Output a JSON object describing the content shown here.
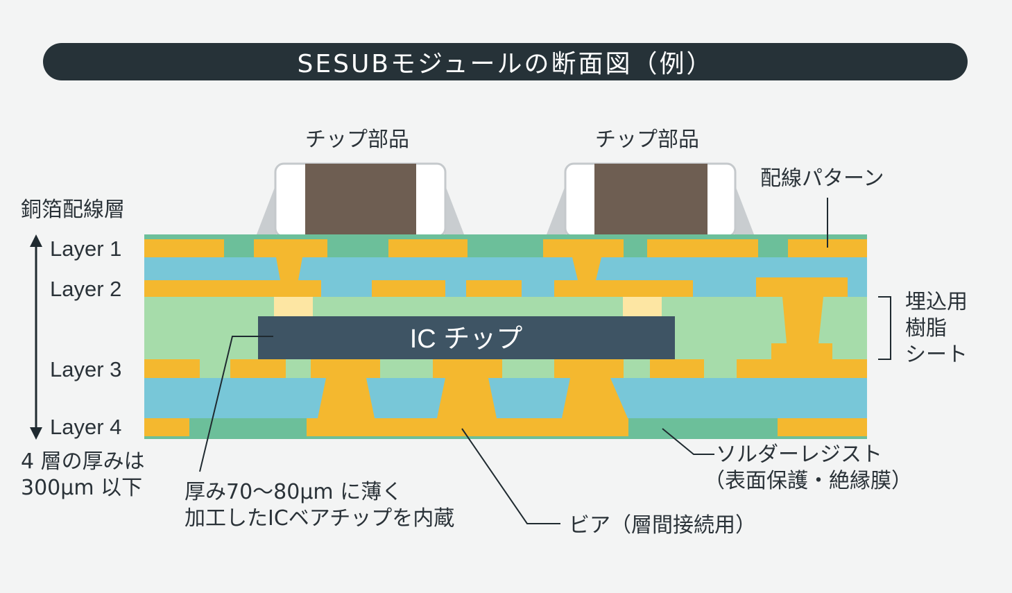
{
  "title": "SESUBモジュールの断面図（例）",
  "chip_labels": [
    "チップ部品",
    "チップ部品"
  ],
  "ic_chip_label": "IC チップ",
  "layers": [
    "Layer 1",
    "Layer 2",
    "Layer 3",
    "Layer 4"
  ],
  "left_labels": {
    "copper_layer": "銅箔配線層",
    "thickness_line1": "4 層の厚みは",
    "thickness_line2": "300μm 以下"
  },
  "right_labels": {
    "wiring_pattern": "配線パターン",
    "embedded_line1": "埋込用",
    "embedded_line2": "樹脂",
    "embedded_line3": "シート",
    "solder_line1": "ソルダーレジスト",
    "solder_line2": "（表面保護・絶縁膜）"
  },
  "bottom_labels": {
    "ic_note_line1": "厚み70～80μm に薄く",
    "ic_note_line2": "加工したICベアチップを内蔵",
    "via": "ビア（層間接続用）"
  },
  "colors": {
    "title_bar": "#263238",
    "copper": "#f4b82f",
    "solder_resist": "#6cbf9a",
    "dielectric_blue": "#78c7d8",
    "embed_resin": "#a6dcaa",
    "ic_chip": "#3e5464",
    "chip_body": "#6e5e52",
    "pad_highlight": "#fde6a3"
  }
}
